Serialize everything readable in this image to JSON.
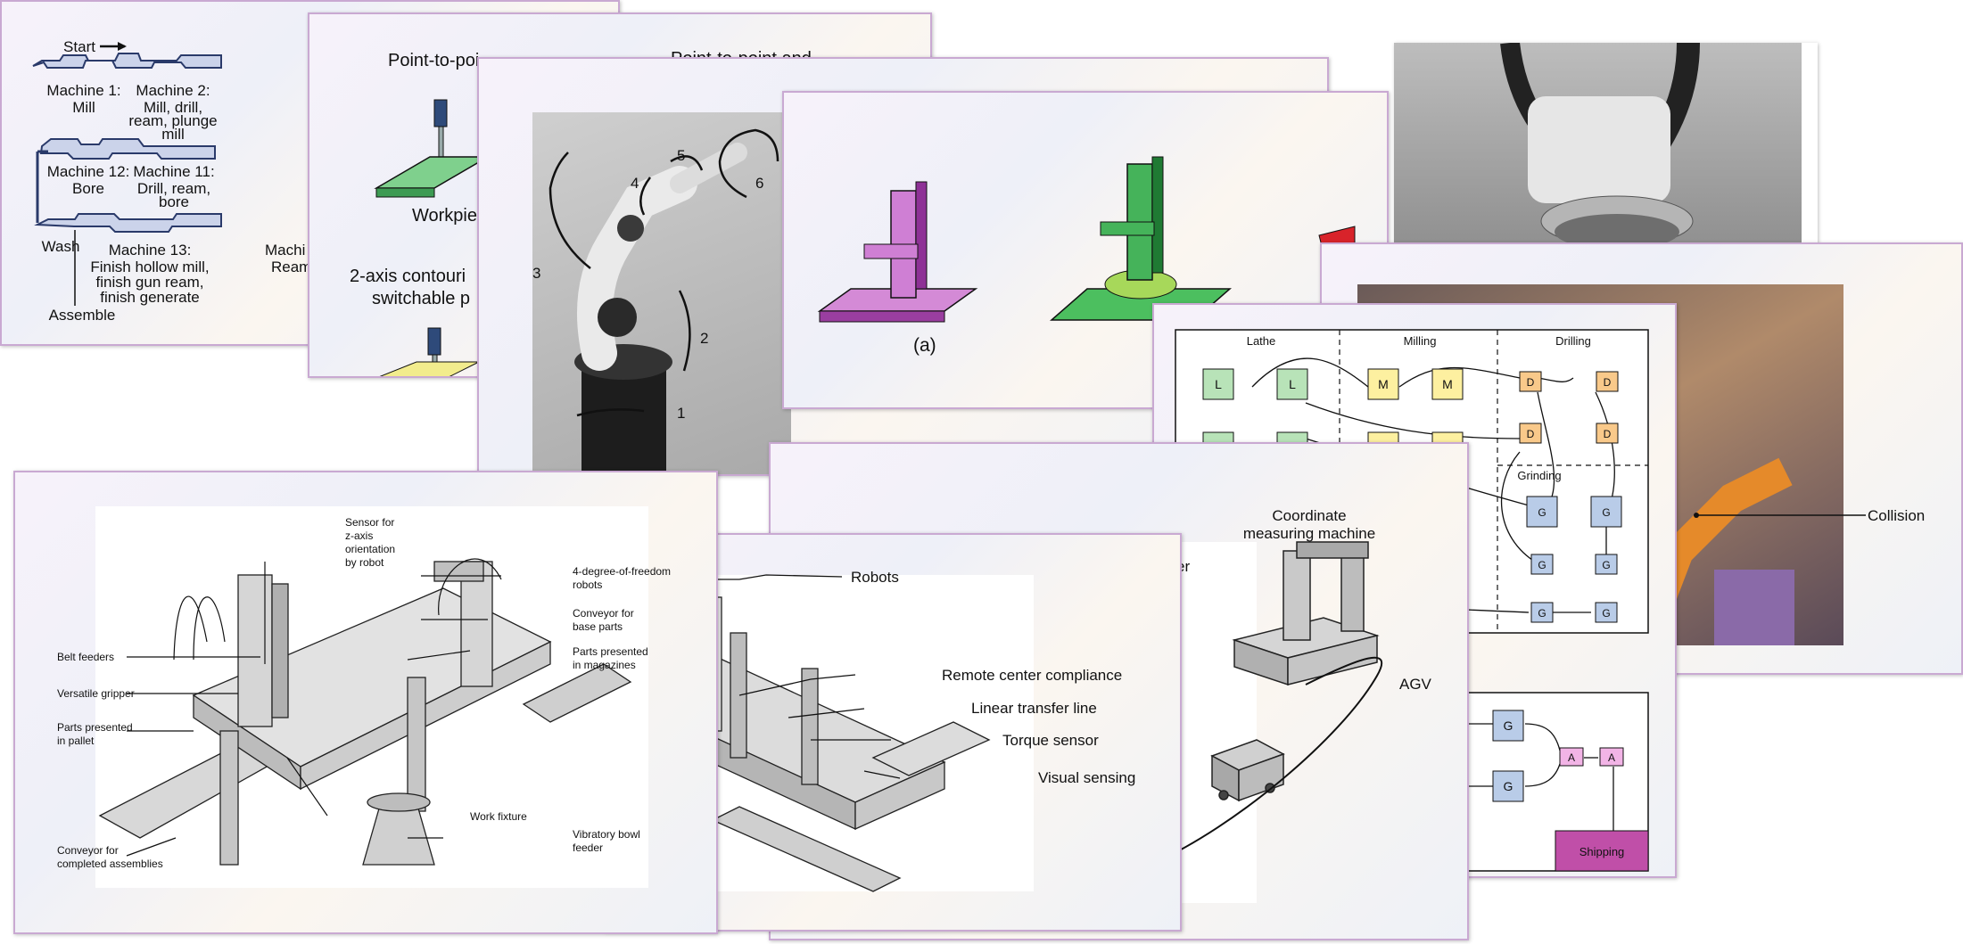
{
  "transfer_line": {
    "start": "Start",
    "m1": "Machine 1:",
    "m1_op": "Mill",
    "m2": "Machine 2:",
    "m2_op1": "Mill, drill,",
    "m2_op2": "ream, plunge",
    "m2_op3": "mill",
    "m12": "Machine 12:",
    "m12_op": "Bore",
    "m11": "Machine 11:",
    "m11_op1": "Drill, ream,",
    "m11_op2": "bore",
    "wash": "Wash",
    "m13": "Machine 13:",
    "m13_op1": "Finish hollow mill,",
    "m13_op2": "finish gun ream,",
    "m13_op3": "finish generate",
    "m14": "Machi",
    "m14_op": "Ream",
    "assemble": "Assemble"
  },
  "nc_control": {
    "title_left": "Point-to-poi",
    "title_right": "Point-to-point and",
    "workpiece": "Workpie",
    "contour1": "2-axis contouri",
    "contour2": "switchable p"
  },
  "robot_arm": {
    "axes": [
      "1",
      "2",
      "3",
      "4",
      "5",
      "6"
    ]
  },
  "robot_types": {
    "caption_a": "(a)"
  },
  "cell_layout": {
    "lathe": "Lathe",
    "milling": "Milling",
    "drilling": "Drilling",
    "grinding": "Grinding",
    "L": "L",
    "M": "M",
    "D": "D",
    "G": "G",
    "A": "A",
    "shipping": "Shipping"
  },
  "collision": {
    "label": "Collision"
  },
  "assembly_system": {
    "sensor1": "Sensor for",
    "sensor2": "z-axis",
    "sensor3": "orientation",
    "sensor4": "by robot",
    "robots1": "4-degree-of-freedom",
    "robots2": "robots",
    "conveyor_base1": "Conveyor for",
    "conveyor_base2": "base parts",
    "magazines1": "Parts presented",
    "magazines2": "in magazines",
    "belt_feeders": "Belt feeders",
    "gripper": "Versatile gripper",
    "pallet1": "Parts presented",
    "pallet2": "in pallet",
    "conveyor_done1": "Conveyor for",
    "conveyor_done2": "completed assemblies",
    "fixture": "Work fixture",
    "bowl1": "Vibratory bowl",
    "bowl2": "feeder"
  },
  "transfer_sensing": {
    "robots": "Robots",
    "rcc": "Remote center compliance",
    "linear": "Linear transfer line",
    "torque": "Torque sensor",
    "visual": "Visual sensing"
  },
  "fms": {
    "cmm1": "Coordinate",
    "cmm2": "measuring machine",
    "er": "er",
    "agv": "AGV"
  }
}
